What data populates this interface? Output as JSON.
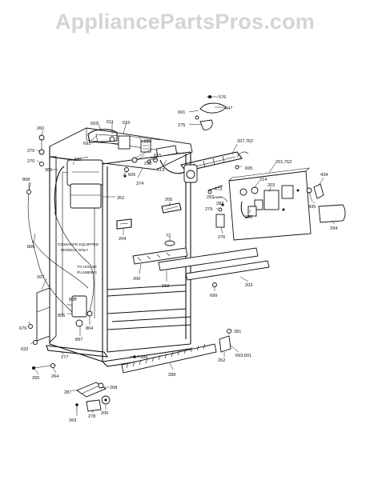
{
  "watermark": "AppliancePartsPros.com",
  "labels": {
    "l576": "576",
    "l447": "447",
    "l691a": "691",
    "l275": "275",
    "l692": "692",
    "l611": "611",
    "l615a": "615",
    "l691b": "691",
    "l610": "610",
    "l260a": "260",
    "l230": "230",
    "l615b": "615",
    "l613": "613",
    "l207_762a": "207,762",
    "l695": "695",
    "l201_762": "201,762",
    "l434": "434",
    "l605": "605",
    "l374": "374",
    "l260b": "260",
    "l270a": "270",
    "l270b": "270",
    "l808": "808",
    "l320": "320",
    "l361": "361",
    "l352": "352",
    "l214": "214",
    "l673": "673",
    "l205": "205",
    "l203a": "203",
    "l282": "282",
    "l279": "279",
    "l293": "293",
    "l296": "296",
    "l435": "435",
    "l294": "294",
    "l204": "204",
    "l72": "72",
    "l276": "276",
    "l806": "806",
    "l200": "200",
    "l219": "219",
    "l203b": "203",
    "l699": "699",
    "l267": "267",
    "l800": "800",
    "l805": "805",
    "l804": "804",
    "l897": "897",
    "l676": "676",
    "l632": "632",
    "l277": "277",
    "l281": "281",
    "l262": "262",
    "l693_601": "693,601",
    "l289": "289",
    "l288": "288",
    "l265": "265",
    "l264": "264",
    "l287": "287",
    "l268": "268",
    "l206": "206",
    "l269": "269",
    "l278": "278"
  },
  "notes": {
    "icemaker_1": "ICEMAKER EQUIPPED",
    "icemaker_2": "MODELS ONLY",
    "plumbing_1": "TO HOUSE",
    "plumbing_2": "PLUMBING"
  }
}
